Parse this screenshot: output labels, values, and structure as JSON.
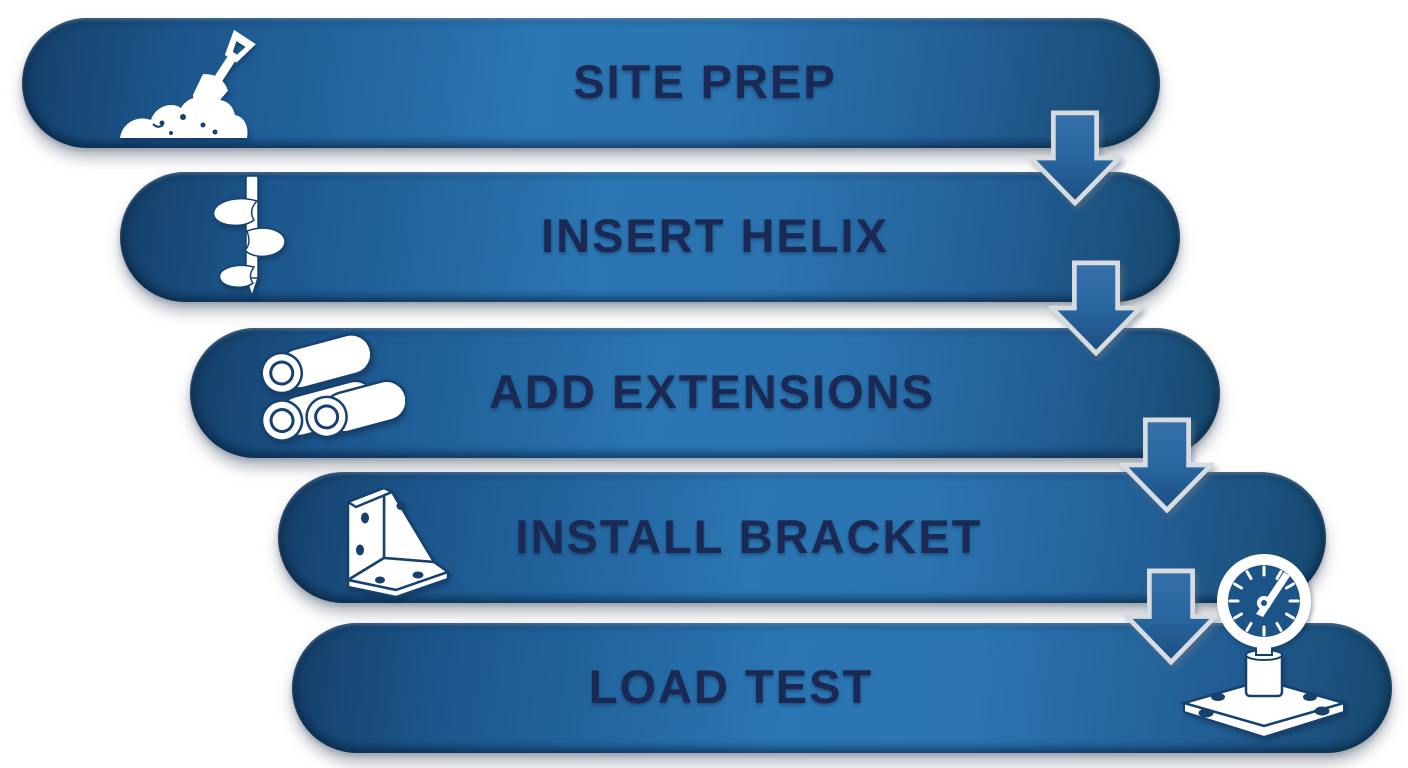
{
  "diagram": {
    "type": "process-flow",
    "direction": "top-to-bottom",
    "step_count": 5,
    "steps": [
      {
        "label": "SITE PREP",
        "icon": "shovel-dirt-icon"
      },
      {
        "label": "INSERT HELIX",
        "icon": "auger-icon"
      },
      {
        "label": "ADD EXTENSIONS",
        "icon": "pipes-icon"
      },
      {
        "label": "INSTALL BRACKET",
        "icon": "angle-bracket-icon"
      },
      {
        "label": "LOAD TEST",
        "icon": "load-gauge-icon"
      }
    ],
    "connector": "down-arrow",
    "colors": {
      "bar_dark": "#153f68",
      "bar_light": "#2b76b3",
      "bar_edge": "#17496f",
      "label_text": "#1b2a55",
      "icon_fill": "#ffffff",
      "icon_detail": "#16416f",
      "arrow_fill_top": "#376fa9",
      "arrow_fill_bottom": "#1c4e80",
      "arrow_outline": "#d7dce0",
      "background": "#ffffff"
    }
  }
}
